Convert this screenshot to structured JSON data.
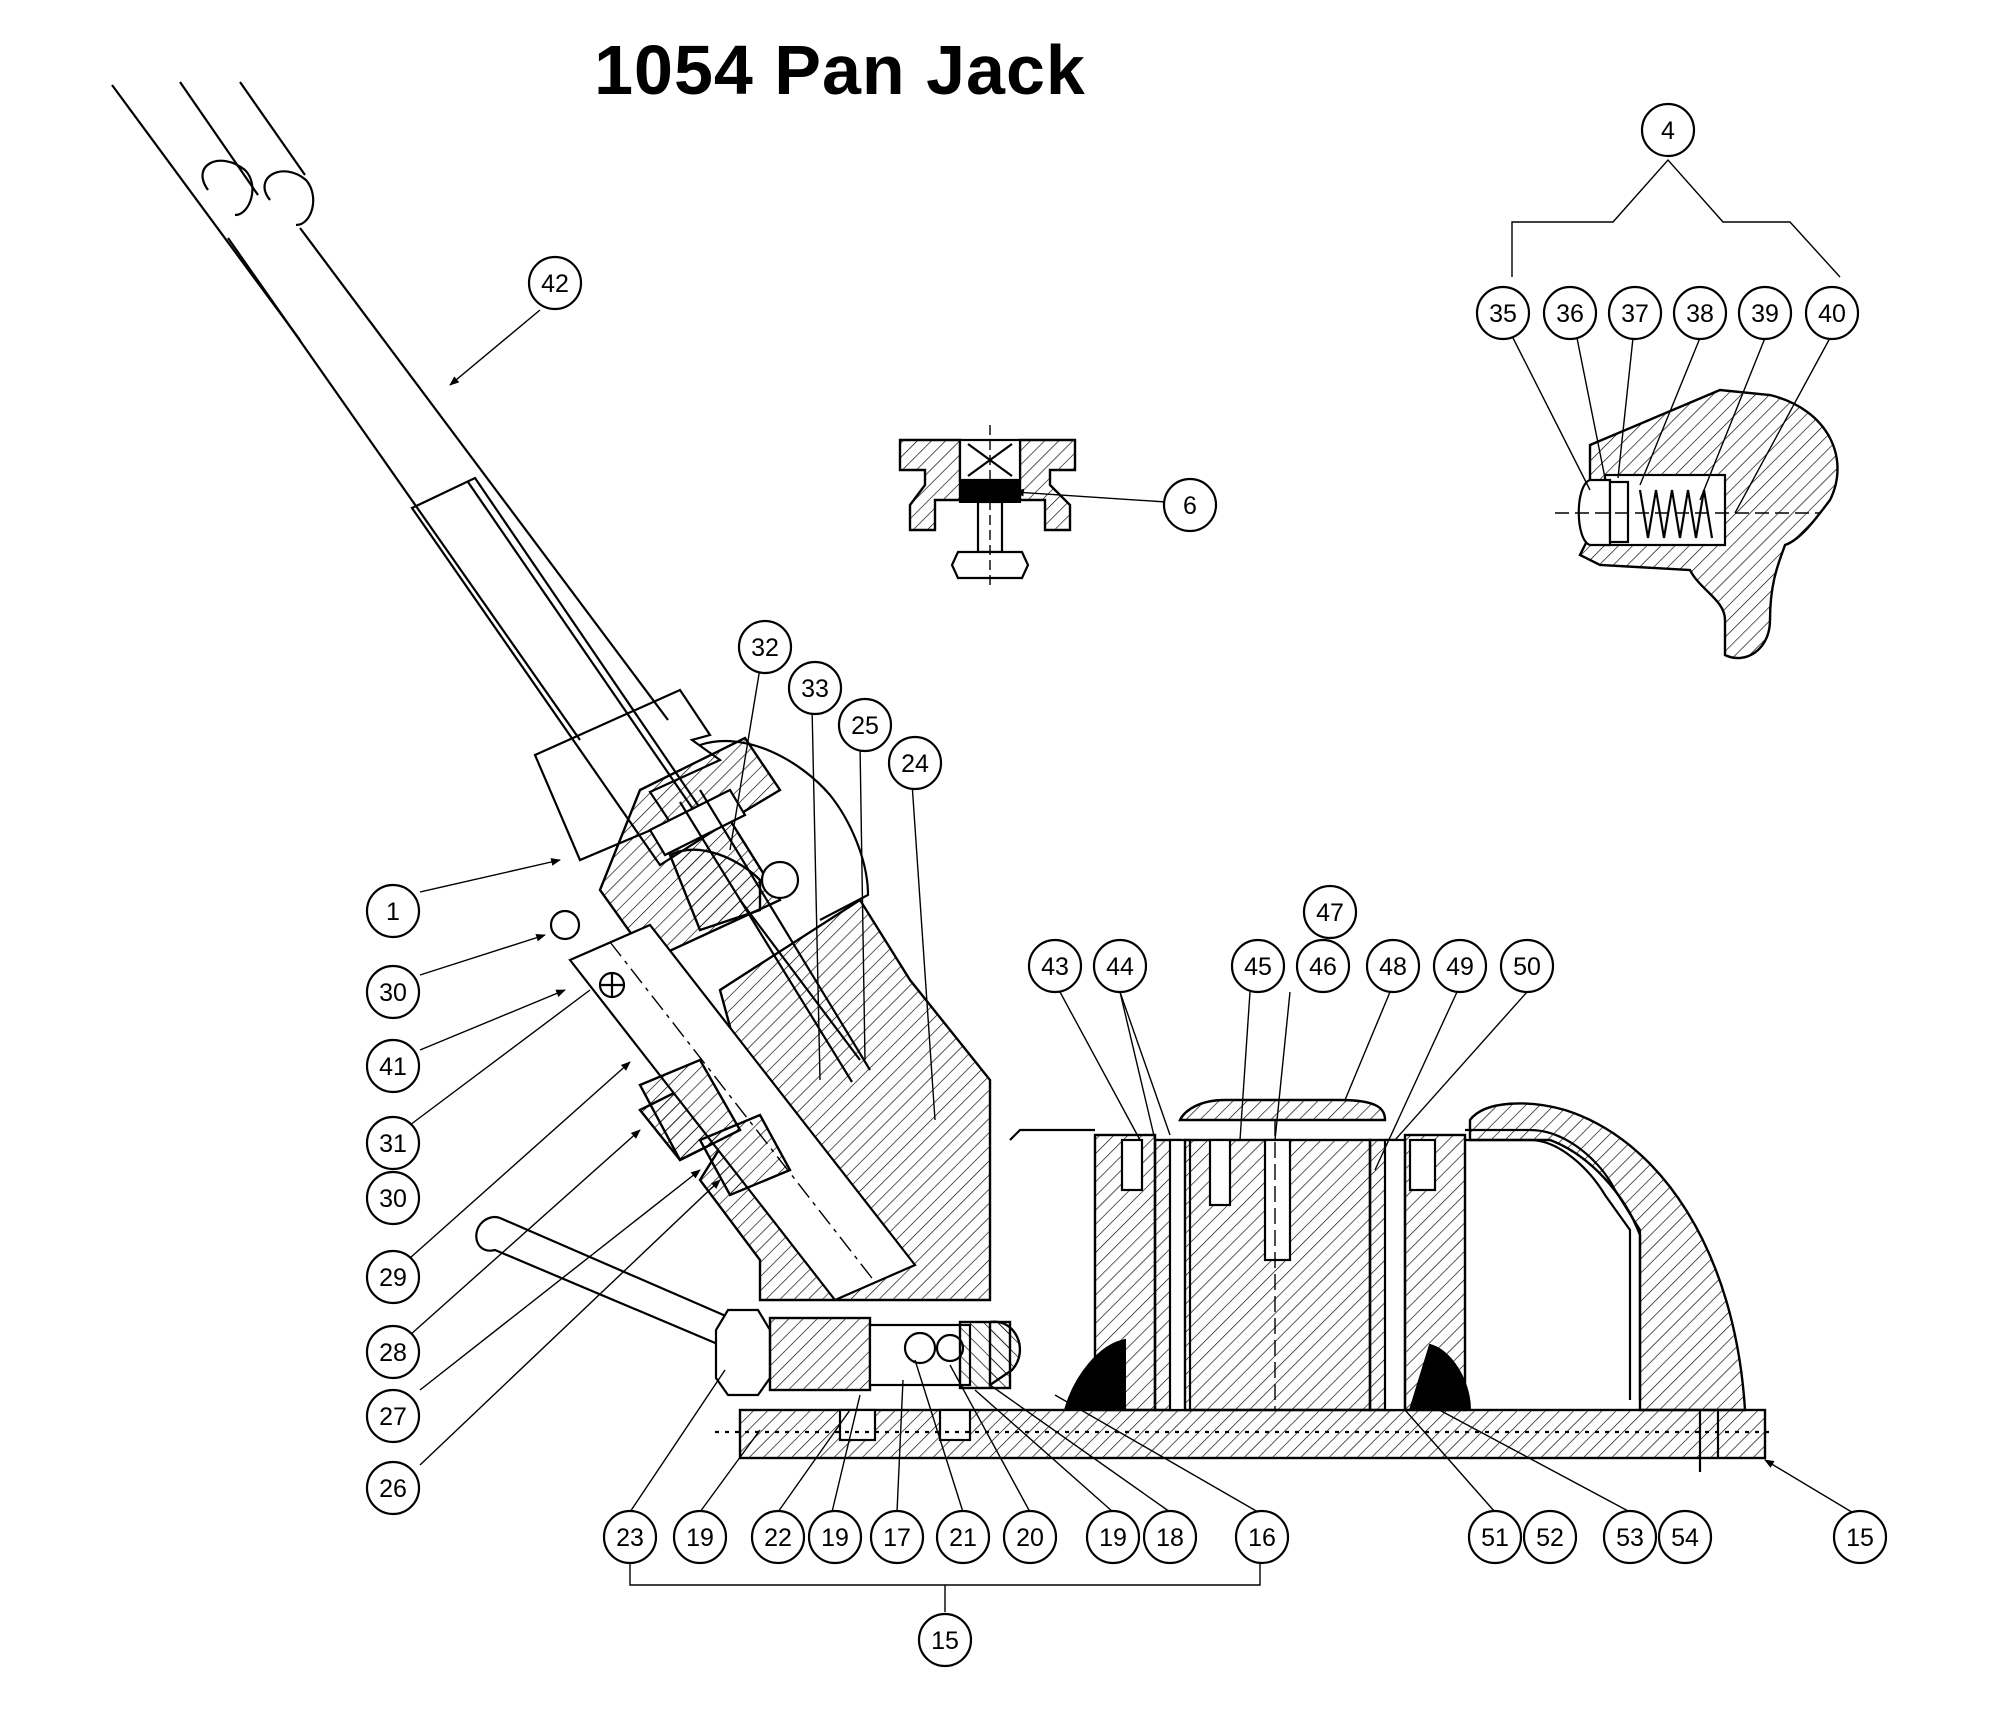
{
  "title": "1054 Pan Jack",
  "callouts": {
    "c4": "4",
    "c35": "35",
    "c36": "36",
    "c37": "37",
    "c38": "38",
    "c39": "39",
    "c40": "40",
    "c42": "42",
    "c6": "6",
    "c32": "32",
    "c33": "33",
    "c25": "25",
    "c24": "24",
    "c1": "1",
    "c30a": "30",
    "c41": "41",
    "c31": "31",
    "c30b": "30",
    "c29": "29",
    "c28": "28",
    "c27": "27",
    "c26": "26",
    "c47": "47",
    "c43": "43",
    "c44": "44",
    "c45": "45",
    "c46": "46",
    "c48": "48",
    "c49": "49",
    "c50": "50",
    "c23": "23",
    "c19a": "19",
    "c22": "22",
    "c19b": "19",
    "c17": "17",
    "c21": "21",
    "c20": "20",
    "c19c": "19",
    "c18": "18",
    "c16": "16",
    "c51": "51",
    "c52": "52",
    "c53": "53",
    "c54": "54",
    "c15a": "15",
    "c15b": "15"
  }
}
